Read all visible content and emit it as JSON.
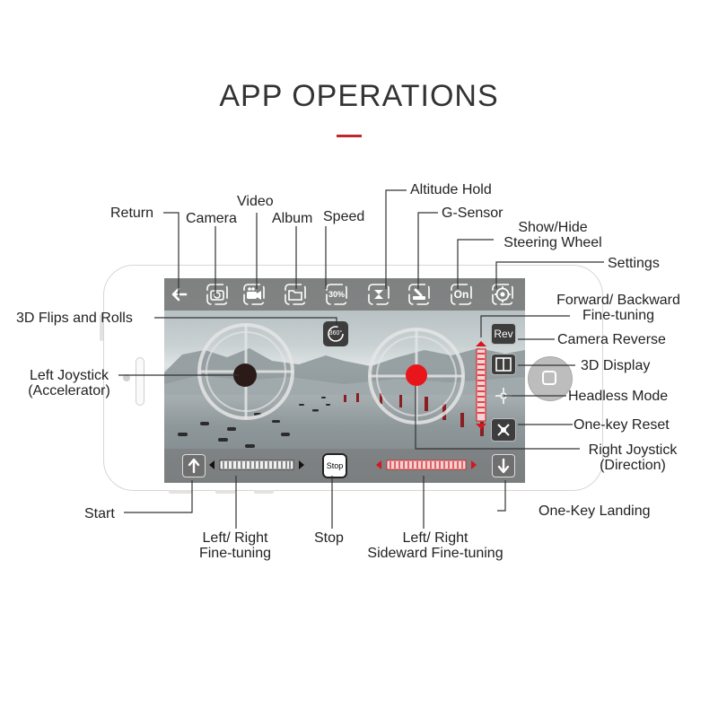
{
  "heading": {
    "title": "APP OPERATIONS",
    "accent_color": "#c0272d"
  },
  "toolbar": {
    "speed_label": "30%",
    "on_label": "On",
    "icons": [
      "arrow-left-icon",
      "camera-icon",
      "video-icon",
      "album-icon",
      "speed-icon",
      "altitude-hold-icon",
      "g-sensor-icon",
      "steering-wheel-toggle-icon",
      "settings-icon"
    ]
  },
  "screen": {
    "flip_label": "360°",
    "rev_label": "Rev",
    "stop_label": "Stop",
    "left_joystick_color": "#2a1b18",
    "right_joystick_color": "#e8151b"
  },
  "labels": {
    "return": "Return",
    "camera": "Camera",
    "video": "Video",
    "album": "Album",
    "speed": "Speed",
    "altitude_hold": "Altitude Hold",
    "g_sensor": "G-Sensor",
    "show_hide_1": "Show/Hide",
    "show_hide_2": "Steering Wheel",
    "settings": "Settings",
    "flips": "3D Flips and Rolls",
    "forward_1": "Forward/ Backward",
    "forward_2": "Fine-tuning",
    "camera_reverse": "Camera Reverse",
    "display_3d": "3D Display",
    "left_joy_1": "Left Joystick",
    "left_joy_2": "(Accelerator)",
    "headless": "Headless Mode",
    "one_key_reset": "One-key Reset",
    "right_joy_1": "Right Joystick",
    "right_joy_2": "(Direction)",
    "start": "Start",
    "one_key_landing": "One-Key Landing",
    "lr_fine_1": "Left/ Right",
    "lr_fine_2": "Fine-tuning",
    "stop": "Stop",
    "lr_side_1": "Left/ Right",
    "lr_side_2": "Sideward Fine-tuning"
  }
}
